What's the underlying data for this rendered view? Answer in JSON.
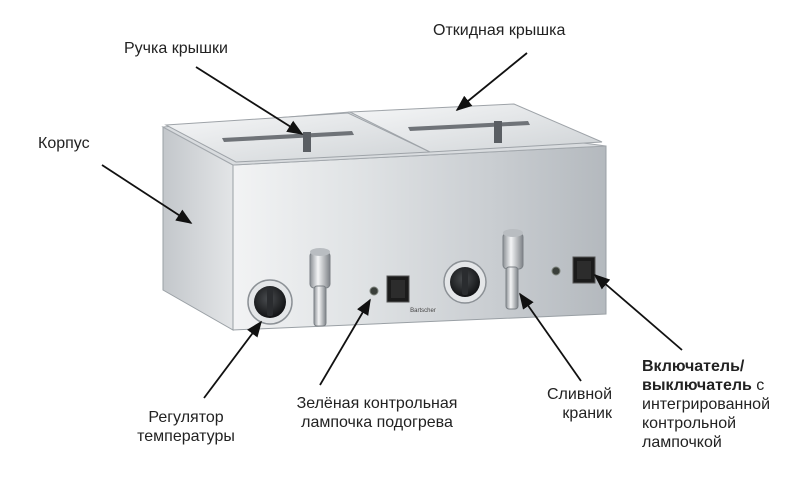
{
  "labels": {
    "lid_handle": "Ручка крышки",
    "hinged_lid": "Откидная крышка",
    "housing": "Корпус",
    "temp_regulator_line1": "Регулятор",
    "temp_regulator_line2": "температуры",
    "green_lamp_line1": "Зелёная контрольная",
    "green_lamp_line2": "лампочка подогрева",
    "drain_tap_line1": "Сливной",
    "drain_tap_line2": "краник",
    "switch_bold_1": "Включатель/",
    "switch_bold_2": "выключатель",
    "switch_tail_2": " с",
    "switch_line3": "интегрированной",
    "switch_line4": "контрольной",
    "switch_line5": "лампочкой"
  },
  "brand_plate": "Bartscher",
  "colors": {
    "steel_light": "#e9ebed",
    "steel_mid": "#c7cbcf",
    "steel_dark": "#8d9297",
    "arrow": "#111111",
    "switch": "#1b1b1b"
  }
}
